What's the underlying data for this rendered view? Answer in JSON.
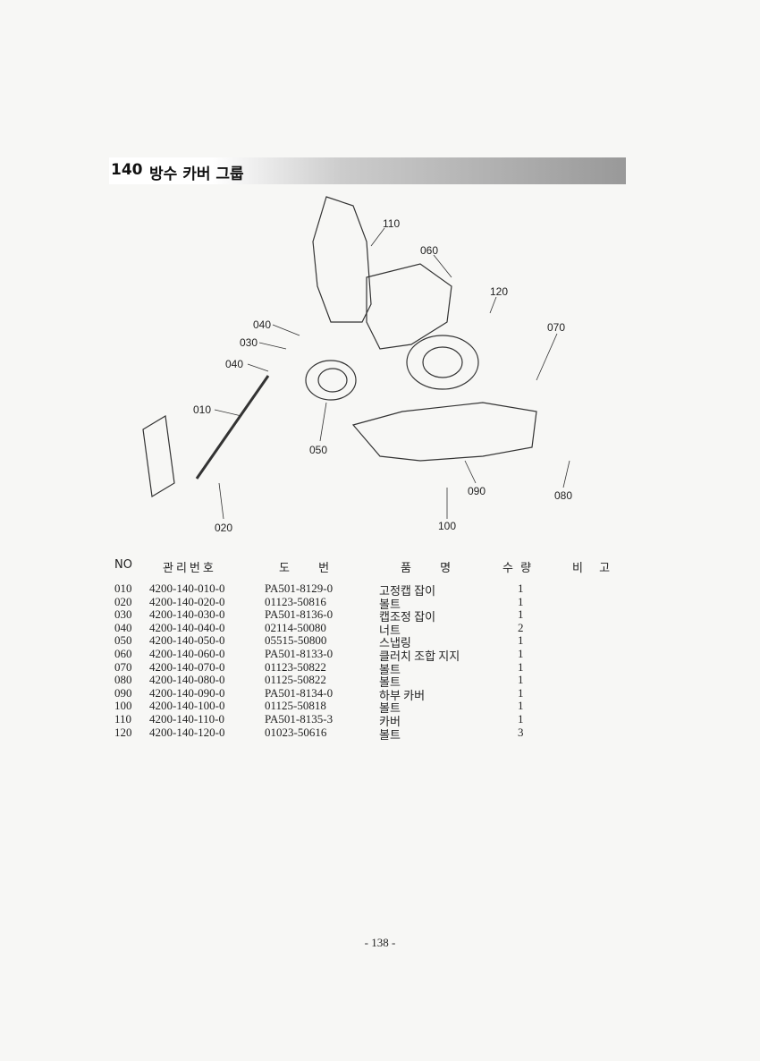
{
  "section": {
    "number": "140",
    "title": "방수 카버 그룹"
  },
  "diagram": {
    "callouts": [
      "110",
      "060",
      "120",
      "070",
      "040",
      "030",
      "040",
      "010",
      "050",
      "020",
      "090",
      "100",
      "080"
    ]
  },
  "table": {
    "headers": {
      "no": "NO",
      "mgmt": "관리번호",
      "drawing": "도 번",
      "name": "품 명",
      "qty": "수 량",
      "remarks": "비 고"
    },
    "rows": [
      {
        "no": "010",
        "mgmt": "4200-140-010-0",
        "drawing": "PA501-8129-0",
        "name": "고정캡 잡이",
        "qty": "1"
      },
      {
        "no": "020",
        "mgmt": "4200-140-020-0",
        "drawing": "01123-50816",
        "name": "볼트",
        "qty": "1"
      },
      {
        "no": "030",
        "mgmt": "4200-140-030-0",
        "drawing": "PA501-8136-0",
        "name": "캡조정 잡이",
        "qty": "1"
      },
      {
        "no": "040",
        "mgmt": "4200-140-040-0",
        "drawing": "02114-50080",
        "name": "너트",
        "qty": "2"
      },
      {
        "no": "050",
        "mgmt": "4200-140-050-0",
        "drawing": "05515-50800",
        "name": "스냅링",
        "qty": "1"
      },
      {
        "no": "060",
        "mgmt": "4200-140-060-0",
        "drawing": "PA501-8133-0",
        "name": "클러치 조합 지지",
        "qty": "1"
      },
      {
        "no": "070",
        "mgmt": "4200-140-070-0",
        "drawing": "01123-50822",
        "name": "볼트",
        "qty": "1"
      },
      {
        "no": "080",
        "mgmt": "4200-140-080-0",
        "drawing": "01125-50822",
        "name": "볼트",
        "qty": "1"
      },
      {
        "no": "090",
        "mgmt": "4200-140-090-0",
        "drawing": "PA501-8134-0",
        "name": "하부 카버",
        "qty": "1"
      },
      {
        "no": "100",
        "mgmt": "4200-140-100-0",
        "drawing": "01125-50818",
        "name": "볼트",
        "qty": "1"
      },
      {
        "no": "110",
        "mgmt": "4200-140-110-0",
        "drawing": "PA501-8135-3",
        "name": "카버",
        "qty": "1"
      },
      {
        "no": "120",
        "mgmt": "4200-140-120-0",
        "drawing": "01023-50616",
        "name": "볼트",
        "qty": "3"
      }
    ]
  },
  "page_number": "- 138 -"
}
